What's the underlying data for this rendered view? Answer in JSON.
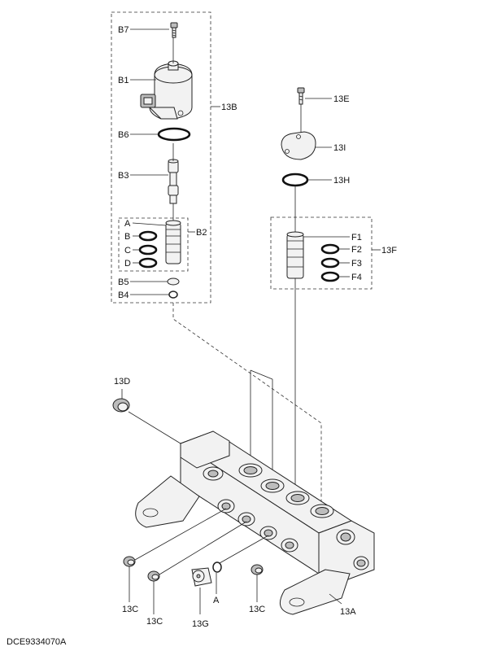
{
  "title_code": "DCE9334070A",
  "labels": {
    "B7": "B7",
    "B1": "B1",
    "B6": "B6",
    "B3": "B3",
    "A_upper": "A",
    "B": "B",
    "C": "C",
    "D": "D",
    "B2": "B2",
    "B5": "B5",
    "B4": "B4",
    "13B": "13B",
    "13E": "13E",
    "13I": "13I",
    "13H": "13H",
    "F1": "F1",
    "F2": "F2",
    "F3": "F3",
    "F4": "F4",
    "13F": "13F",
    "13D": "13D",
    "13C_1": "13C",
    "13C_2": "13C",
    "13G": "13G",
    "A_lower": "A",
    "13C_3": "13C",
    "13A": "13A"
  }
}
